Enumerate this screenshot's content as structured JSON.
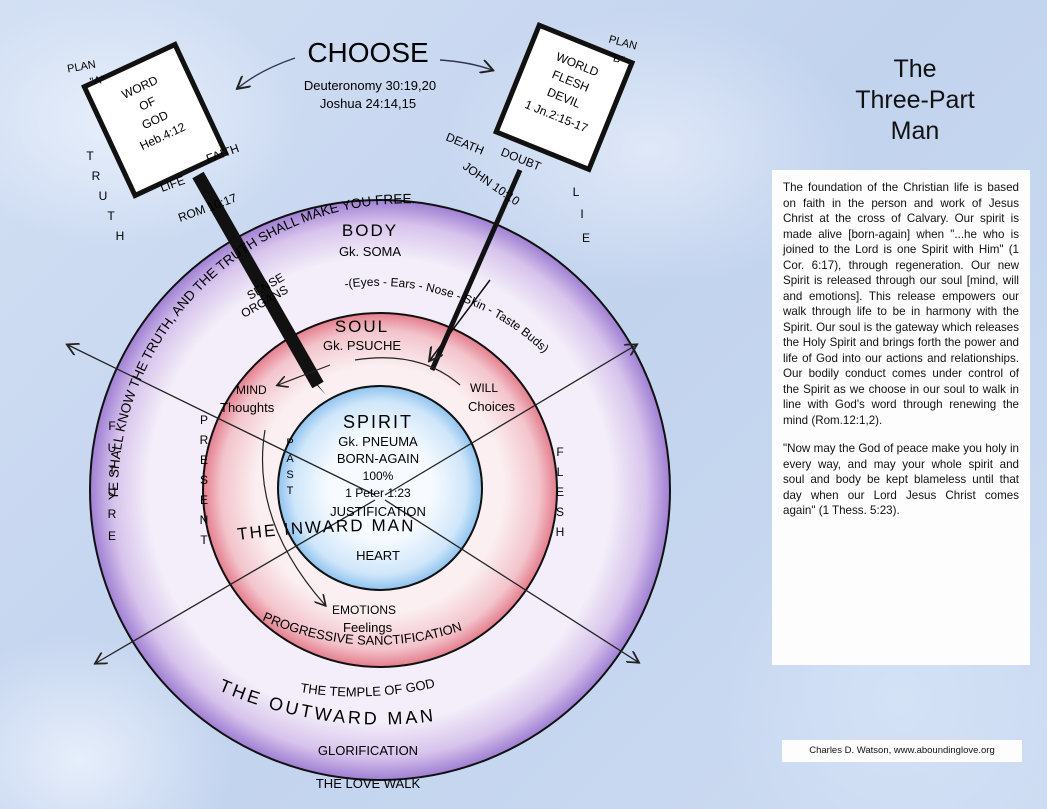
{
  "choose": {
    "title": "CHOOSE",
    "ref1": "Deuteronomy 30:19,20",
    "ref2": "Joshua 24:14,15"
  },
  "plan_a": {
    "label1": "PLAN",
    "label2": "\"A\"",
    "sign": [
      "WORD",
      "OF",
      "GOD",
      "Heb.4:12"
    ],
    "life": "LIFE",
    "faith": "FAITH",
    "rom": "ROM 10:17",
    "truth": [
      "T",
      "R",
      "U",
      "T",
      "H"
    ]
  },
  "plan_b": {
    "label1": "PLAN",
    "label2": "\"B\"",
    "sign": [
      "WORLD",
      "FLESH",
      "DEVIL",
      "1 Jn.2:15-17"
    ],
    "death": "DEATH",
    "doubt": "DOUBT",
    "john": "JOHN 10:10",
    "lie": [
      "L",
      "I",
      "E"
    ]
  },
  "arc_text": "YE SHALL KNOW THE TRUTH, AND THE TRUTH SHALL MAKE YOU FREE.",
  "body": {
    "title": "BODY",
    "gk": "Gk. SOMA",
    "sense1": "SENSE",
    "sense2": "ORGANS",
    "senses": "-(Eyes - Ears - Nose - Skin - Taste Buds)"
  },
  "soul": {
    "title": "SOUL",
    "gk": "Gk. PSUCHE",
    "mind": "MIND",
    "thoughts": "Thoughts",
    "will": "WILL",
    "choices": "Choices",
    "emotions": "EMOTIONS",
    "feelings": "Feelings"
  },
  "spirit": {
    "title": "SPIRIT",
    "gk": "Gk. PNEUMA",
    "born": "BORN-AGAIN",
    "pct": "100%",
    "ref": "1 Peter 1:23",
    "justification": "JUSTIFICATION",
    "heart": "HEART"
  },
  "inward_man": "THE INWARD MAN",
  "outward_man": "THE OUTWARD MAN",
  "sanctification": "PROGRESSIVE SANCTIFICATION",
  "temple": "THE TEMPLE OF GOD",
  "glorification": "GLORIFICATION",
  "love_walk": "THE LOVE WALK",
  "vertical": {
    "future": [
      "F",
      "U",
      "T",
      "U",
      "R",
      "E"
    ],
    "present": [
      "P",
      "R",
      "E",
      "S",
      "E",
      "N",
      "T"
    ],
    "past": [
      "P",
      "A",
      "S",
      "T"
    ],
    "flesh": [
      "F",
      "L",
      "E",
      "S",
      "H"
    ]
  },
  "sidebar": {
    "title1": "The",
    "title2": "Three-Part",
    "title3": "Man",
    "para1": "The foundation of the Christian life is based on faith in the person and work of Jesus Christ at the cross of Calvary. Our spirit is made alive [born-again] when \"...he who is joined to the Lord is one Spirit with Him\" (1 Cor. 6:17), through regeneration. Our new Spirit is released through our soul [mind, will and emotions]. This release empowers our walk through life to be in harmony with the Spirit. Our soul is the gateway which releases the Holy Spirit and brings forth the power and life of God into our actions and relationships. Our bodily conduct comes under control of the Spirit as we choose in our soul to walk in line with God's word through renewing the mind (Rom.12:1,2).",
    "para2": "\"Now may the God of peace make you holy in every way, and may your whole spirit and soul and body be kept blameless until that day when our Lord Jesus Christ comes again\" (1 Thess. 5:23).",
    "credit": "Charles D. Watson, www.aboundinglove.org"
  }
}
